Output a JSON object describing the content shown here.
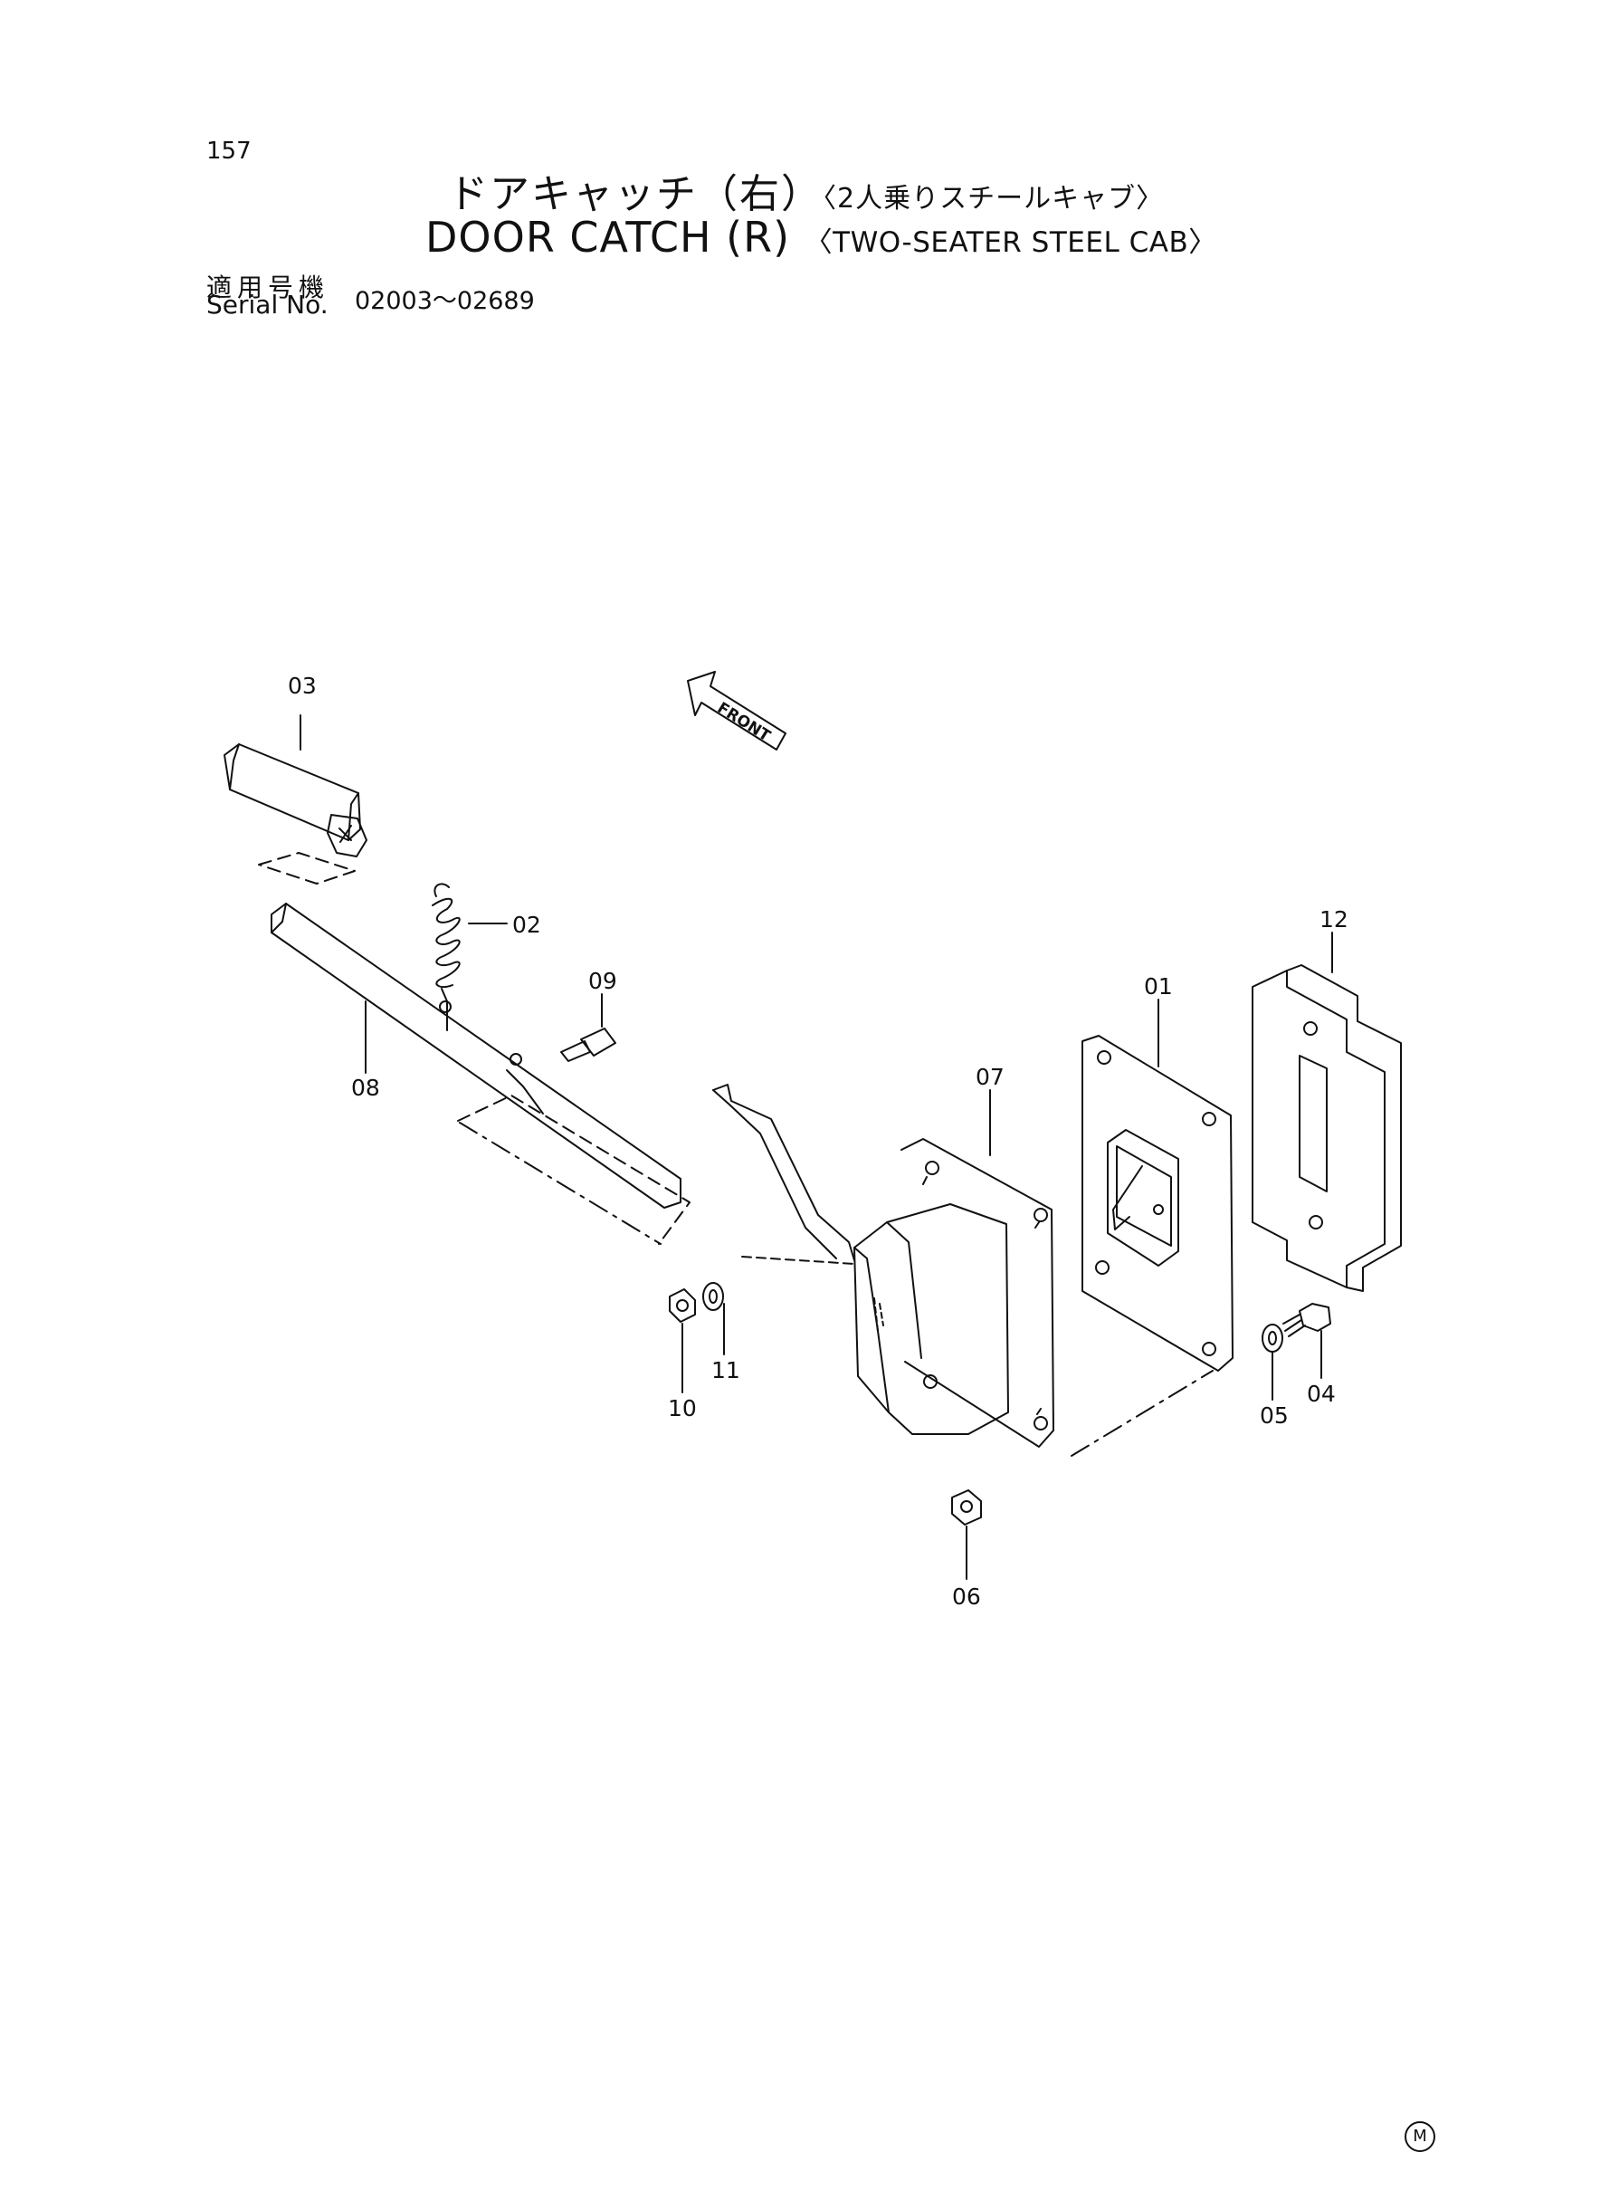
{
  "page": {
    "number": "157"
  },
  "title": {
    "jp_main": "ドアキャッチ（右）",
    "jp_sub": "〈2人乗りスチールキャブ〉",
    "en_main": "DOOR CATCH (R)",
    "en_sub": "〈TWO-SEATER STEEL CAB〉"
  },
  "serial": {
    "label_jp": "適用号機",
    "label_en": "Serial No.",
    "range": "02003～02689"
  },
  "diagram": {
    "front_label": "FRONT",
    "callouts": {
      "p01": "01",
      "p02": "02",
      "p03": "03",
      "p04": "04",
      "p05": "05",
      "p06": "06",
      "p07": "07",
      "p08": "08",
      "p09": "09",
      "p10": "10",
      "p11": "11",
      "p12": "12"
    }
  },
  "footer": {
    "mark": "M"
  }
}
